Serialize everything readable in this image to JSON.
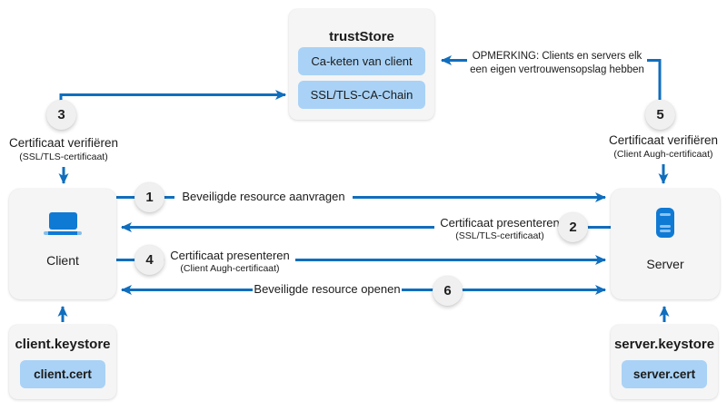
{
  "colors": {
    "line_blue": "#106ebe",
    "icon_blue": "#0f7ad4",
    "chip_blue": "#a9d2f6",
    "card_gray": "#f5f5f5",
    "circle_gray": "#f0f0f0",
    "text_dark": "#1b1b1b"
  },
  "trust_store": {
    "title": "trustStore",
    "item1": "Ca-keten van client",
    "item2": "SSL/TLS-CA-Chain"
  },
  "note": {
    "line1": "OPMERKING: Clients en servers elk",
    "line2": "een eigen vertrouwensopslag hebben"
  },
  "steps": {
    "s1": "1",
    "s2": "2",
    "s3": "3",
    "s4": "4",
    "s5": "5",
    "s6": "6"
  },
  "verify_left": {
    "title": "Certificaat verifiëren",
    "subtitle": "(SSL/TLS-certificaat)"
  },
  "verify_right": {
    "title": "Certificaat verifiëren",
    "subtitle": "(Client Augh-certificaat)"
  },
  "messages": {
    "m1": {
      "label": "Beveiligde resource aanvragen",
      "direction": "client-to-server"
    },
    "m2": {
      "label": "Certificaat presenteren",
      "subtitle": "(SSL/TLS-certificaat)",
      "direction": "server-to-client"
    },
    "m4": {
      "label": "Certificaat presenteren",
      "subtitle": "(Client Augh-certificaat)",
      "direction": "client-to-server"
    },
    "m6": {
      "label": "Beveiligde resource openen",
      "direction": "both"
    }
  },
  "client": {
    "label": "Client",
    "icon": "laptop-icon"
  },
  "server": {
    "label": "Server",
    "icon": "server-icon"
  },
  "client_keystore": {
    "title": "client.keystore",
    "cert": "client.cert"
  },
  "server_keystore": {
    "title": "server.keystore",
    "cert": "server.cert"
  }
}
